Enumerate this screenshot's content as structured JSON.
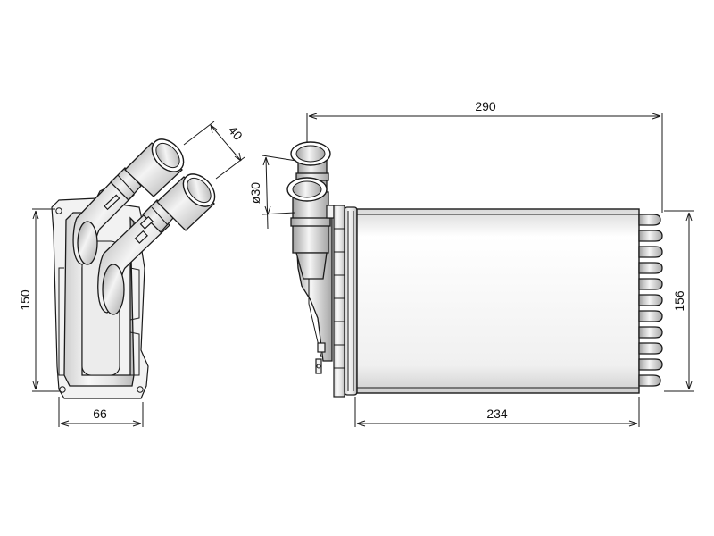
{
  "dimensions": {
    "overall_length": "290",
    "pipe_spacing": "40",
    "pipe_diameter": "ø30",
    "side_height": "150",
    "side_depth": "66",
    "core_height": "156",
    "core_length": "234"
  },
  "colors": {
    "line": "#1a1a1a",
    "background": "#ffffff"
  }
}
